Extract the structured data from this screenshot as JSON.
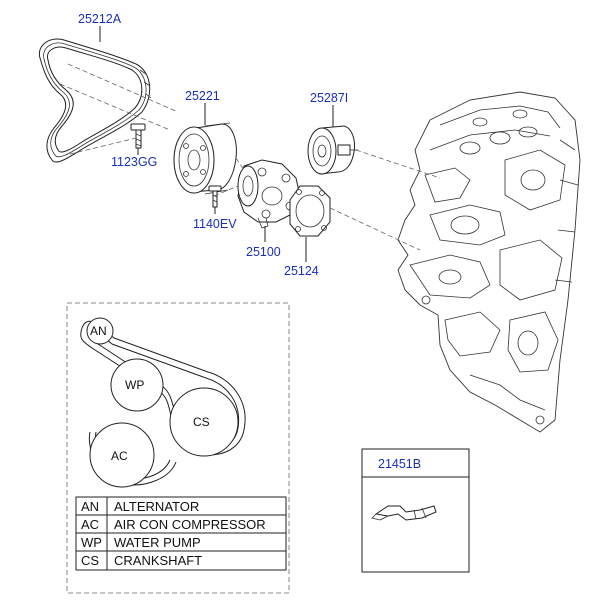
{
  "parts": {
    "belt": "25212A",
    "bolt_pulley": "1123GG",
    "water_pump_pulley": "25221",
    "idler": "25287I",
    "bolt_pump": "1140EV",
    "water_pump": "25100",
    "gasket": "25124",
    "detail": "21451B"
  },
  "schematic": {
    "pulleys": [
      "AN",
      "WP",
      "CS",
      "AC"
    ]
  },
  "legend": [
    {
      "code": "AN",
      "name": "ALTERNATOR"
    },
    {
      "code": "AC",
      "name": "AIR CON COMPRESSOR"
    },
    {
      "code": "WP",
      "name": "WATER PUMP"
    },
    {
      "code": "CS",
      "name": "CRANKSHAFT"
    }
  ]
}
